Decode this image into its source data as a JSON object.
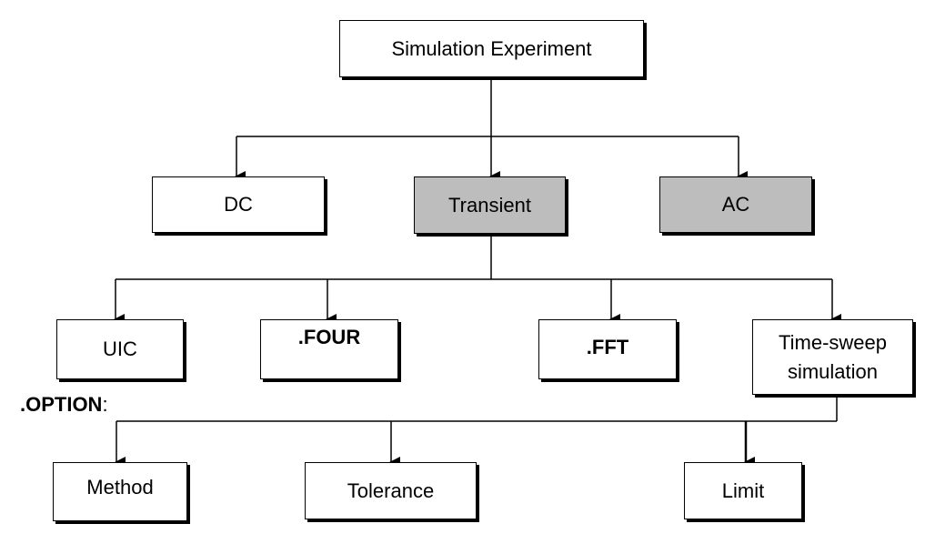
{
  "root": {
    "label": "Simulation Experiment"
  },
  "level1": [
    {
      "id": "dc",
      "label": "DC",
      "shaded": false
    },
    {
      "id": "transient",
      "label": "Transient",
      "shaded": true
    },
    {
      "id": "ac",
      "label": "AC",
      "shaded": true
    }
  ],
  "transient_children": [
    {
      "id": "uic",
      "label": "UIC",
      "bold": false
    },
    {
      "id": "four",
      "label": ".FOUR",
      "bold": true
    },
    {
      "id": "fft",
      "label": ".FFT",
      "bold": true
    },
    {
      "id": "timesweep",
      "label_line1": "Time-sweep",
      "label_line2": "simulation",
      "bold": false
    }
  ],
  "option": {
    "label": ".OPTION",
    "suffix": ":"
  },
  "option_children": [
    {
      "id": "method",
      "label": "Method"
    },
    {
      "id": "tolerance",
      "label": "Tolerance"
    },
    {
      "id": "limit",
      "label": "Limit"
    }
  ],
  "colors": {
    "line": "#000000",
    "shaded_fill": "#bdbdbd",
    "box_fill": "#ffffff"
  }
}
